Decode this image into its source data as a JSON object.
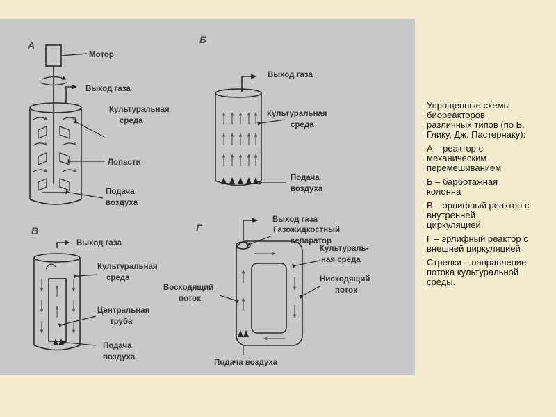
{
  "figure": {
    "panel_a": {
      "letter": "А",
      "labels": {
        "motor": "Мотор",
        "gas_out": "Выход газа",
        "medium_1": "Культуральная",
        "medium_2": "среда",
        "blades": "Лопасти",
        "air_1": "Подача",
        "air_2": "воздуха"
      }
    },
    "panel_b": {
      "letter": "Б",
      "labels": {
        "gas_out": "Выход газа",
        "medium_1": "Культуральная",
        "medium_2": "среда",
        "air_1": "Подача",
        "air_2": "воздуха"
      }
    },
    "panel_v": {
      "letter": "В",
      "labels": {
        "gas_out": "Выход газа",
        "medium_1": "Культуральная",
        "medium_2": "среда",
        "tube_1": "Центральная",
        "tube_2": "труба",
        "air_1": "Подача",
        "air_2": "воздуха"
      }
    },
    "panel_g": {
      "letter": "Г",
      "labels": {
        "gas_out": "Выход газа",
        "separator_1": "Газожидкостный",
        "separator_2": "сепаратор",
        "medium_1": "Культураль-",
        "medium_2": "ная среда",
        "up_1": "Восходящий",
        "up_2": "поток",
        "down_1": "Нисходящий",
        "down_2": "поток",
        "air": "Подача воздуха"
      }
    }
  },
  "caption": {
    "title": "Упрощенные схемы биореакторов различных типов (по Б. Глику, Дж. Пастернаку):",
    "items": [
      "А – реактор с механическим перемешиванием",
      "Б – барботажная колонна",
      "В – эрлифный реактор с внутренней циркуляцией",
      "Г – эрлифный реактор с внешней циркуляцией",
      "Стрелки – направление потока культуральной среды."
    ]
  }
}
